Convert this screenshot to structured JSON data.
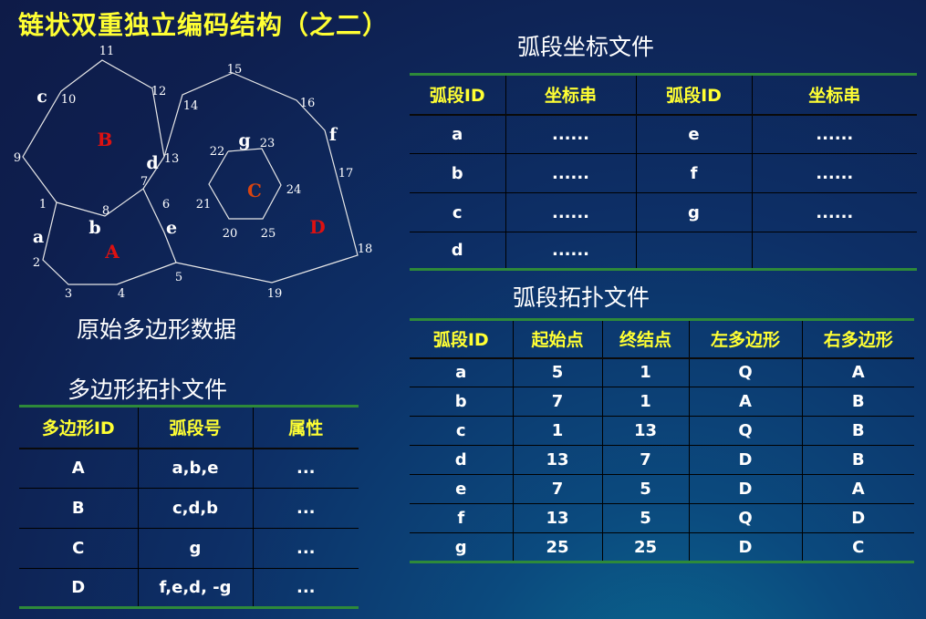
{
  "title": "链状双重独立编码结构（之二）",
  "captions": {
    "source": "原始多边形数据",
    "polygon_topo": "多边形拓扑文件",
    "arc_coords": "弧段坐标文件",
    "arc_topo": "弧段拓扑文件"
  },
  "diagram": {
    "polygon_labels": [
      "A",
      "B",
      "C",
      "D"
    ],
    "arc_labels": [
      "a",
      "b",
      "c",
      "d",
      "e",
      "f",
      "g"
    ],
    "node_labels": [
      "1",
      "2",
      "3",
      "4",
      "5",
      "6",
      "7",
      "8",
      "9",
      "10",
      "11",
      "12",
      "13",
      "14",
      "15",
      "16",
      "17",
      "18",
      "19",
      "20",
      "21",
      "22",
      "23",
      "24",
      "25"
    ],
    "colors": {
      "polygon_label": "#dd1111",
      "c_label": "#d84410",
      "line": "#e8e8e8",
      "text": "#ffffff"
    }
  },
  "polygon_table": {
    "headers": [
      "多边形ID",
      "弧段号",
      "属性"
    ],
    "rows": [
      [
        "A",
        "a,b,e",
        "..."
      ],
      [
        "B",
        "c,d,b",
        "..."
      ],
      [
        "C",
        "g",
        "..."
      ],
      [
        "D",
        "f,e,d, -g",
        "..."
      ]
    ]
  },
  "arc_coord_table": {
    "headers": [
      "弧段ID",
      "坐标串",
      "弧段ID",
      "坐标串"
    ],
    "rows": [
      [
        "a",
        "......",
        "e",
        "......"
      ],
      [
        "b",
        "......",
        "f",
        "......"
      ],
      [
        "c",
        "......",
        "g",
        "......"
      ],
      [
        "d",
        "......",
        "",
        ""
      ]
    ]
  },
  "arc_topo_table": {
    "headers": [
      "弧段ID",
      "起始点",
      "终结点",
      "左多边形",
      "右多边形"
    ],
    "rows": [
      [
        "a",
        "5",
        "1",
        "Q",
        "A"
      ],
      [
        "b",
        "7",
        "1",
        "A",
        "B"
      ],
      [
        "c",
        "1",
        "13",
        "Q",
        "B"
      ],
      [
        "d",
        "13",
        "7",
        "D",
        "B"
      ],
      [
        "e",
        "7",
        "5",
        "D",
        "A"
      ],
      [
        "f",
        "13",
        "5",
        "Q",
        "D"
      ],
      [
        "g",
        "25",
        "25",
        "D",
        "C"
      ]
    ]
  },
  "colors": {
    "title": "#ffff33",
    "header_text": "#ffff33",
    "cell_text": "#ffffff",
    "table_rule": "#2e8a3a"
  }
}
